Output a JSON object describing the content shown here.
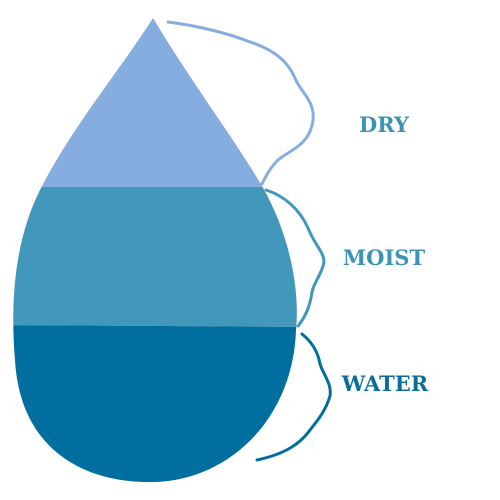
{
  "diagram": {
    "zones": [
      {
        "label": "DRY",
        "color": "#86ade0",
        "label_color": "#3a95b5"
      },
      {
        "label": "MOIST",
        "color": "#4198ba",
        "label_color": "#3a95b5"
      },
      {
        "label": "WATER",
        "color": "#006e9e",
        "label_color": "#0a6e9b"
      }
    ],
    "brace_colors": [
      "#86ade0",
      "#4198ba",
      "#006e9e"
    ]
  }
}
